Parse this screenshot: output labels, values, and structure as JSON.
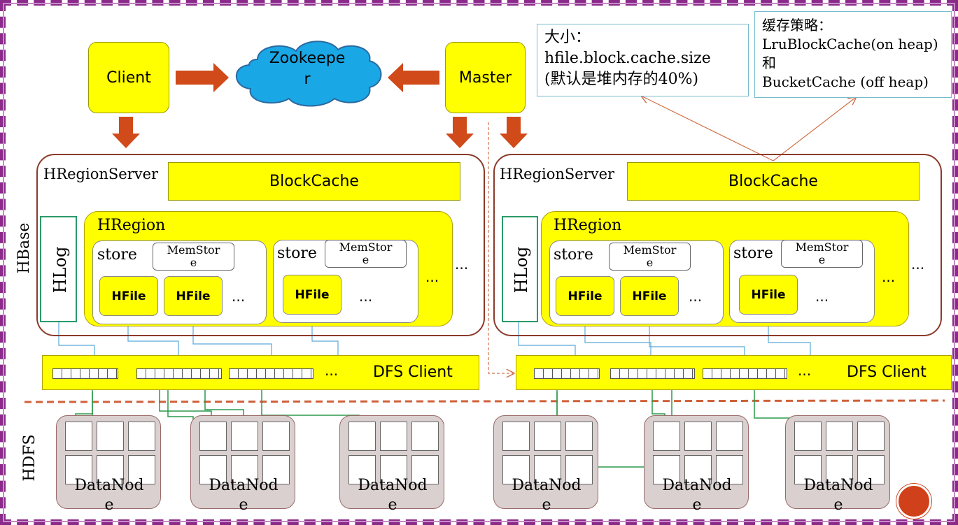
{
  "client": "Client",
  "zookeeper": {
    "line1": "Zookeepe",
    "line2": "r"
  },
  "master": "Master",
  "hbase_label": "HBase",
  "hdfs_label": "HDFS",
  "notes": {
    "size": {
      "line1": "大小：",
      "line2": "hfile.block.cache.size",
      "line3": "(默认是堆内存的40%)"
    },
    "strategy": {
      "line1": "缓存策略：",
      "line2": "LruBlockCache(on heap)",
      "line3": "和",
      "line4": "BucketCache (off heap)"
    }
  },
  "region_servers": [
    {
      "label": "HRegionServer",
      "blockcache": "BlockCache",
      "hlog": "HLog",
      "hregion": "HRegion",
      "stores": [
        {
          "label": "store",
          "memstore": {
            "line1": "MemStor",
            "line2": "e"
          },
          "hfiles": [
            "HFile",
            "HFile"
          ],
          "ellipsis": "..."
        },
        {
          "label": "store",
          "memstore": {
            "line1": "MemStor",
            "line2": "e"
          },
          "hfiles": [
            "HFile"
          ],
          "ellipsis": "..."
        }
      ],
      "store_ellipsis": "...",
      "region_ellipsis": "...",
      "dfs_client": "DFS Client",
      "dfs_ellipsis": "..."
    },
    {
      "label": "HRegionServer",
      "blockcache": "BlockCache",
      "hlog": "HLog",
      "hregion": "HRegion",
      "stores": [
        {
          "label": "store",
          "memstore": {
            "line1": "MemStor",
            "line2": "e"
          },
          "hfiles": [
            "HFile",
            "HFile"
          ],
          "ellipsis": "..."
        },
        {
          "label": "store",
          "memstore": {
            "line1": "MemStor",
            "line2": "e"
          },
          "hfiles": [
            "HFile"
          ],
          "ellipsis": "..."
        }
      ],
      "store_ellipsis": "...",
      "region_ellipsis": "...",
      "dfs_client": "DFS Client",
      "dfs_ellipsis": "..."
    }
  ],
  "datanodes": [
    {
      "line1": "DataNod",
      "line2": "e"
    },
    {
      "line1": "DataNod",
      "line2": "e"
    },
    {
      "line1": "DataNod",
      "line2": "e"
    },
    {
      "line1": "DataNod",
      "line2": "e"
    },
    {
      "line1": "DataNod",
      "line2": "e"
    },
    {
      "line1": "DataNod",
      "line2": "e"
    }
  ],
  "colors": {
    "yellow": "#ffff00",
    "arrow": "#d04a1a",
    "green": "#2a9a4a",
    "blue": "#59a9d9",
    "frame": "#8a2b8a",
    "zookeeper": "#1aa7e6"
  }
}
